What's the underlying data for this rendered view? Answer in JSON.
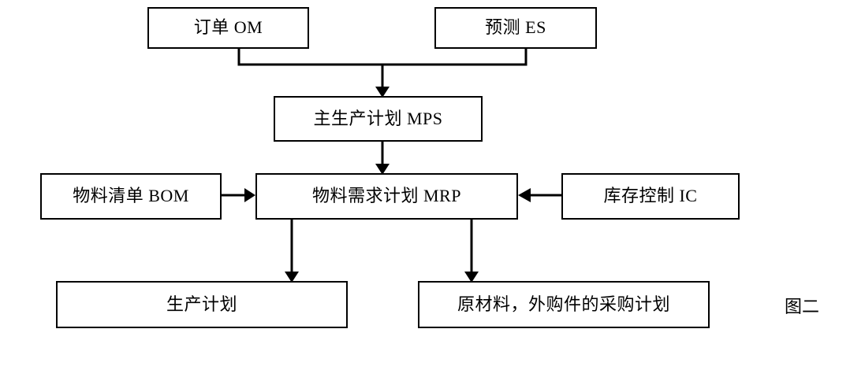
{
  "diagram": {
    "caption": "图二",
    "nodes": [
      {
        "id": "om",
        "label": "订单 OM"
      },
      {
        "id": "es",
        "label": "预测 ES"
      },
      {
        "id": "mps",
        "label": "主生产计划 MPS"
      },
      {
        "id": "bom",
        "label": "物料清单 BOM"
      },
      {
        "id": "mrp",
        "label": "物料需求计划 MRP"
      },
      {
        "id": "ic",
        "label": "库存控制 IC"
      },
      {
        "id": "prod",
        "label": "生产计划"
      },
      {
        "id": "purc",
        "label": "原材料，外购件的采购计划"
      }
    ],
    "edges": [
      {
        "from": "om",
        "to": "mps",
        "style": "elbow-merge"
      },
      {
        "from": "es",
        "to": "mps",
        "style": "elbow-merge"
      },
      {
        "from": "mps",
        "to": "mrp",
        "style": "straight-down"
      },
      {
        "from": "bom",
        "to": "mrp",
        "style": "straight-right"
      },
      {
        "from": "ic",
        "to": "mrp",
        "style": "straight-left"
      },
      {
        "from": "mrp",
        "to": "prod",
        "style": "straight-down"
      },
      {
        "from": "mrp",
        "to": "purc",
        "style": "straight-down"
      }
    ],
    "colors": {
      "stroke": "#000000",
      "fill": "#ffffff",
      "text": "#000000"
    }
  }
}
